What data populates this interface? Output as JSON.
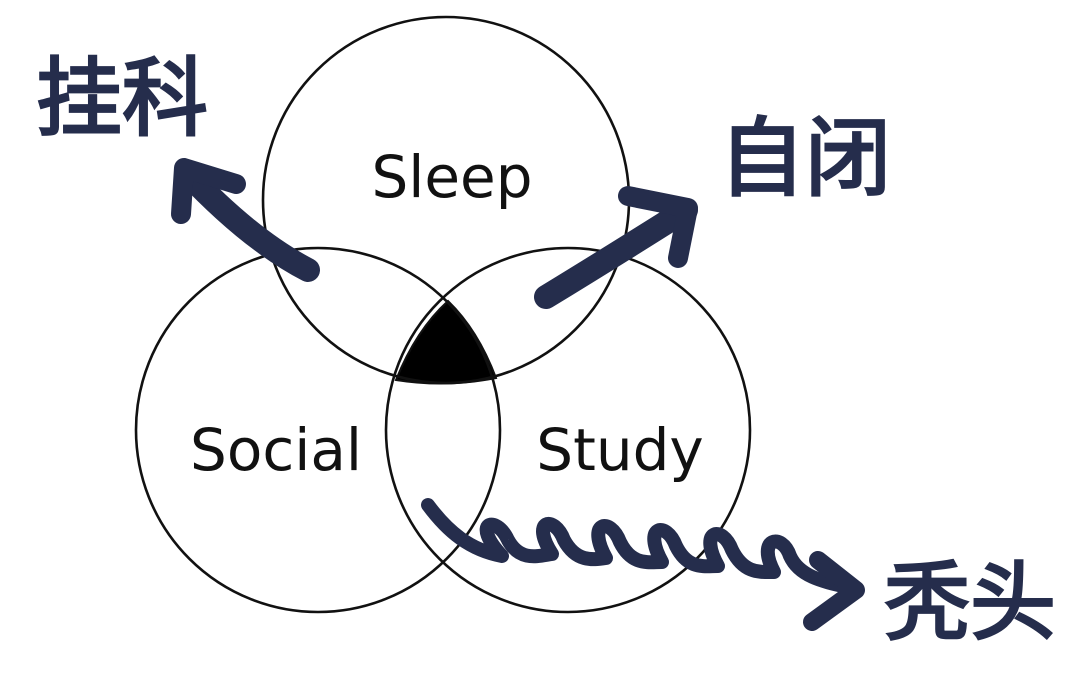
{
  "colors": {
    "ink": "#111111",
    "arrow": "#252d4c",
    "background": "#ffffff"
  },
  "circles": {
    "sleep": "Sleep",
    "social": "Social",
    "study": "Study"
  },
  "outcomes": {
    "sleep_social": "挂科",
    "sleep_study": "自闭",
    "social_study": "秃头"
  }
}
